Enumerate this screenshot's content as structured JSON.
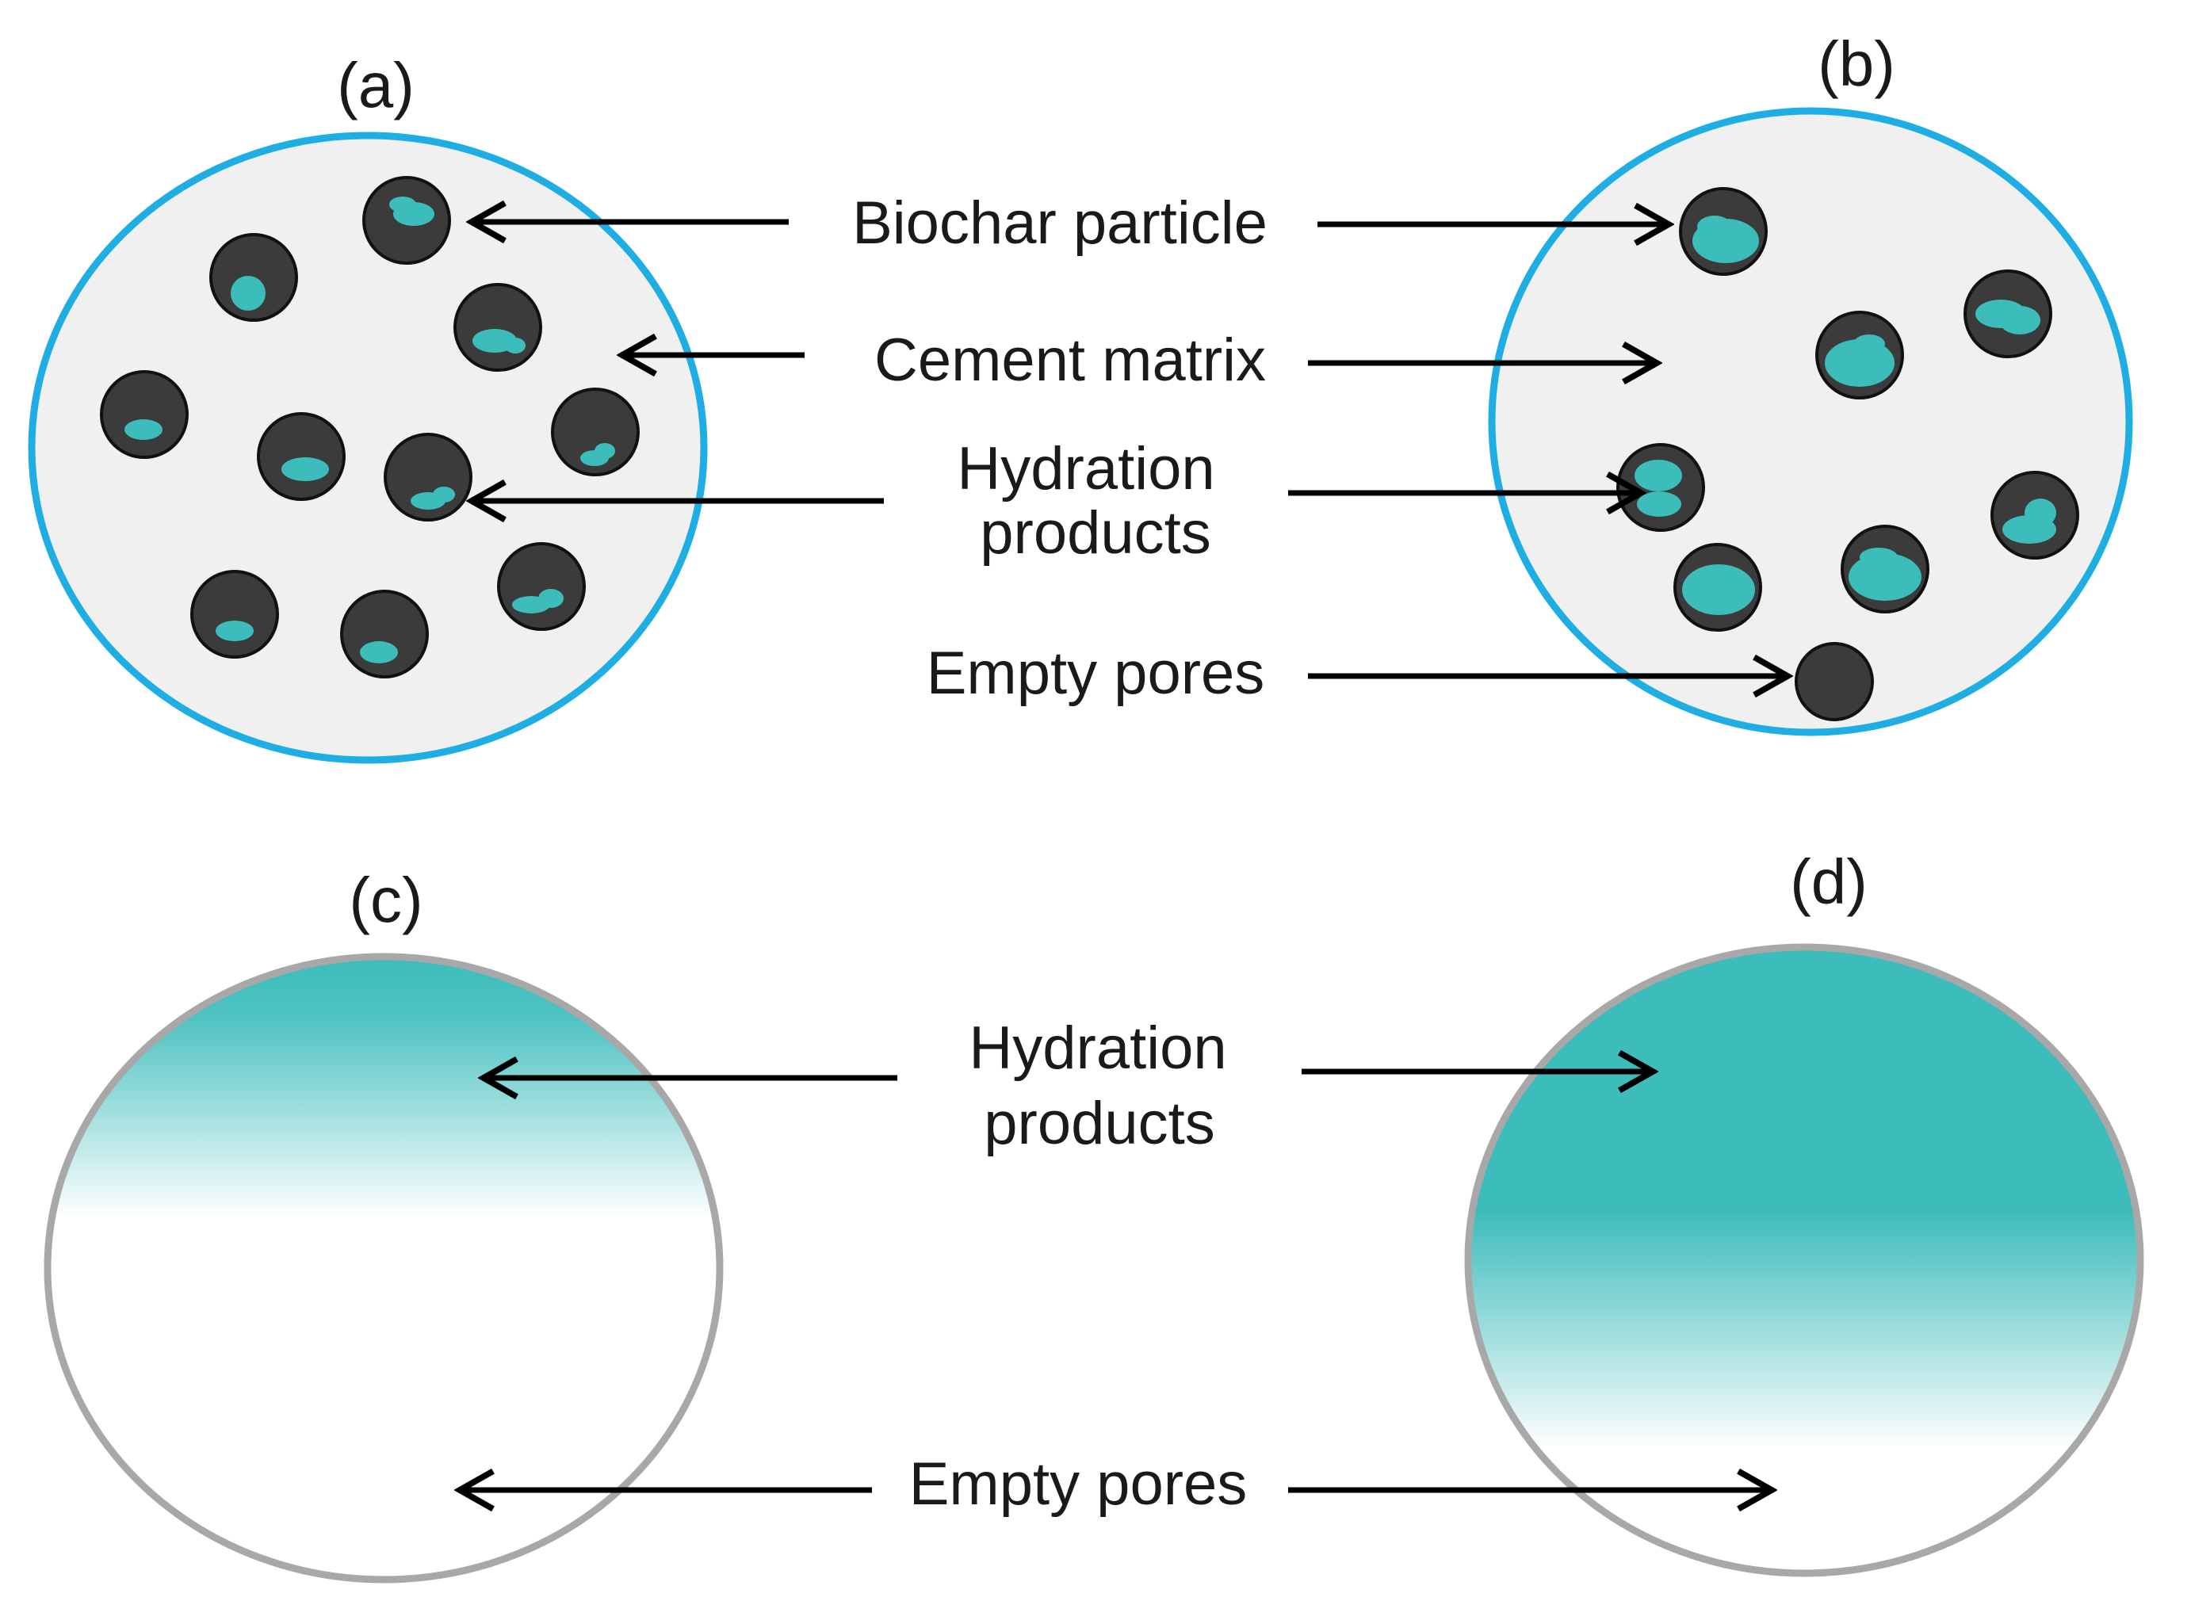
{
  "panels": {
    "a": "(a)",
    "b": "(b)",
    "c": "(c)",
    "d": "(d)"
  },
  "labels": {
    "biochar_particle": "Biochar particle",
    "cement_matrix": "Cement matrix",
    "hydration_top_1": "Hydration",
    "hydration_top_2": "products",
    "empty_pores_top": "Empty pores",
    "hydration_bottom_1": "Hydration",
    "hydration_bottom_2": "products",
    "empty_pores_bottom": "Empty pores"
  },
  "colors": {
    "matrix_outline": "#1eaee3",
    "matrix_fill": "#f0f0f0",
    "particle": "#3b3b3b",
    "hydration": "#3cbcbb",
    "pore_outline": "#a8a8a8"
  }
}
